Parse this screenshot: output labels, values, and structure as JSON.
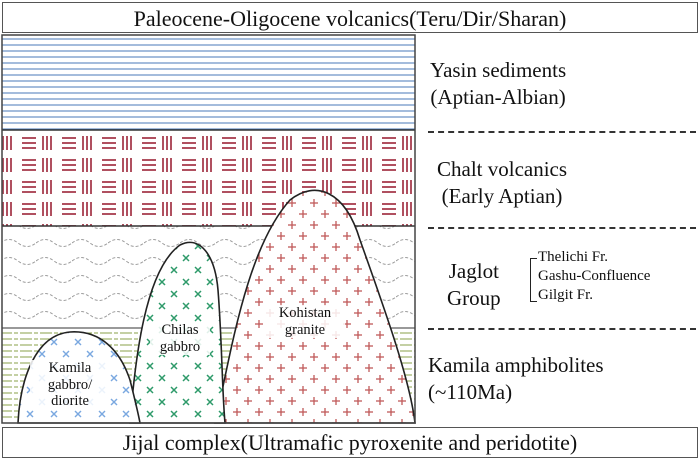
{
  "top_banner": "Paleocene-Oligocene volcanics(Teru/Dir/Sharan)",
  "bottom_banner": "Jijal complex(Ultramafic pyroxenite and peridotite)",
  "units": {
    "yasin": {
      "line1": "Yasin sediments",
      "line2": "(Aptian-Albian)"
    },
    "chalt": {
      "line1": "Chalt volcanics",
      "line2": "(Early Aptian)"
    },
    "jaglot": {
      "line1": "Jaglot",
      "line2": "Group",
      "formations": [
        "Thelichi Fr.",
        "Gashu-Confluence",
        "Gilgit Fr."
      ]
    },
    "kamila_amph": {
      "line1": "Kamila amphibolites",
      "line2": "(~110Ma)"
    }
  },
  "intrusions": {
    "kamila": {
      "line1": "Kamila",
      "line2": "gabbro/",
      "line3": "diorite"
    },
    "chilas": {
      "line1": "Chilas",
      "line2": "gabbro"
    },
    "kohistan": {
      "line1": "Kohistan",
      "line2": "granite"
    }
  },
  "colors": {
    "yasin_lines": "#4a78b8",
    "chalt_ticks": "#b05060",
    "jaglot_waves": "#9a9a9a",
    "kamila_amph_lines": "#8aa24a",
    "kamila_cross": "#7aa8e0",
    "chilas_cross": "#2e9a6a",
    "kohistan_plus": "#c05a5a"
  }
}
